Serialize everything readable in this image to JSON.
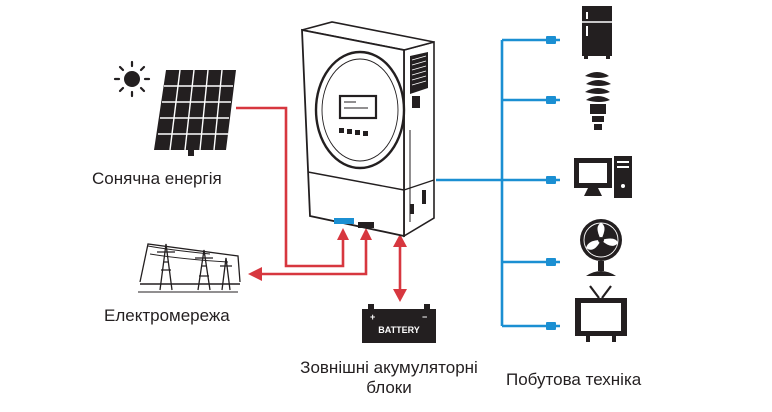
{
  "labels": {
    "solar": "Сонячна енергія",
    "grid": "Електромережа",
    "battery": "Зовнішні акумуляторні блоки",
    "appliances": "Побутова техніка"
  },
  "battery_icon_text": "BATTERY",
  "colors": {
    "ac_grid_line": "#d7373f",
    "output_line": "#1b8fd2",
    "inverter_body": "#ffffff",
    "inverter_outline": "#231f20",
    "icon_dark": "#231f20"
  }
}
